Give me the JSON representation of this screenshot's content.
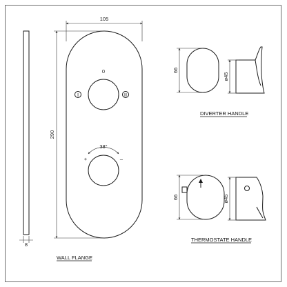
{
  "dimensions": {
    "width": "105",
    "height": "290",
    "flange_thickness": "8",
    "diverter_height": "66",
    "diverter_diameter": "ø45",
    "thermostat_height": "66",
    "thermostat_diameter": "ø45",
    "rotation_angle": "38°"
  },
  "diverter_positions": {
    "zero": "0",
    "one": "I",
    "two": "II"
  },
  "rotation_signs": {
    "plus": "+",
    "minus": "–"
  },
  "labels": {
    "wall_flange": "WALL FLANGE",
    "diverter_handle": "DIVERTER HANDLE",
    "thermostate_handle": "THERMOSTATE  HANDLE"
  }
}
